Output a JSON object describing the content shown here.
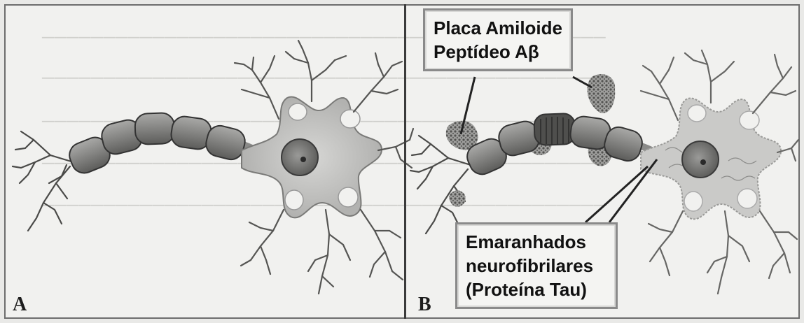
{
  "panels": {
    "a_letter": "A",
    "b_letter": "B"
  },
  "labels": {
    "amyloid_line1": "Placa Amiloide",
    "amyloid_line2": "Peptídeo Aβ",
    "tangles_line1": "Emaranhados",
    "tangles_line2": "neurofibrilares",
    "tangles_line3": "(Proteína Tau)"
  },
  "colors": {
    "membrane": "#bdbdbb",
    "myelin": "#8e8e8c",
    "nucleus": "#767674",
    "plaque": "#5f5f5d",
    "outline": "#3a3a3a"
  }
}
